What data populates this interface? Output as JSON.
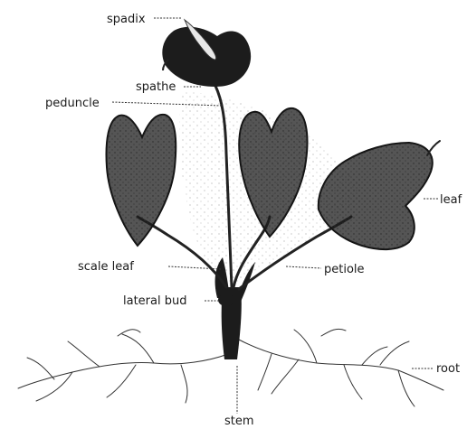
{
  "labels": {
    "spadix": "spadix",
    "spathe": "spathe",
    "peduncle": "peduncle",
    "leaf": "leaf",
    "scale_leaf": "scale leaf",
    "petiole": "petiole",
    "lateral_bud": "lateral bud",
    "root": "root",
    "stem": "stem"
  },
  "colors": {
    "ink": "#1c1c1c",
    "background": "#ffffff"
  }
}
